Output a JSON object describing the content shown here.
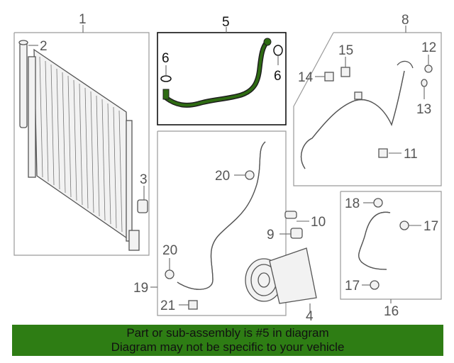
{
  "callouts": {
    "c1": "1",
    "c2": "2",
    "c3": "3",
    "c4": "4",
    "c5": "5",
    "c6a": "6",
    "c6b": "6",
    "c8": "8",
    "c9": "9",
    "c10": "10",
    "c11": "11",
    "c12": "12",
    "c13": "13",
    "c14": "14",
    "c15": "15",
    "c16": "16",
    "c17a": "17",
    "c17b": "17",
    "c18": "18",
    "c19": "19",
    "c20a": "20",
    "c20b": "20",
    "c21": "21"
  },
  "colors": {
    "highlight": "#2e6b12",
    "banner": "#2e7d14"
  },
  "banner": {
    "line1": "Part or sub-assembly is #5 in diagram",
    "line2": "Diagram may not be specific to your vehicle"
  }
}
